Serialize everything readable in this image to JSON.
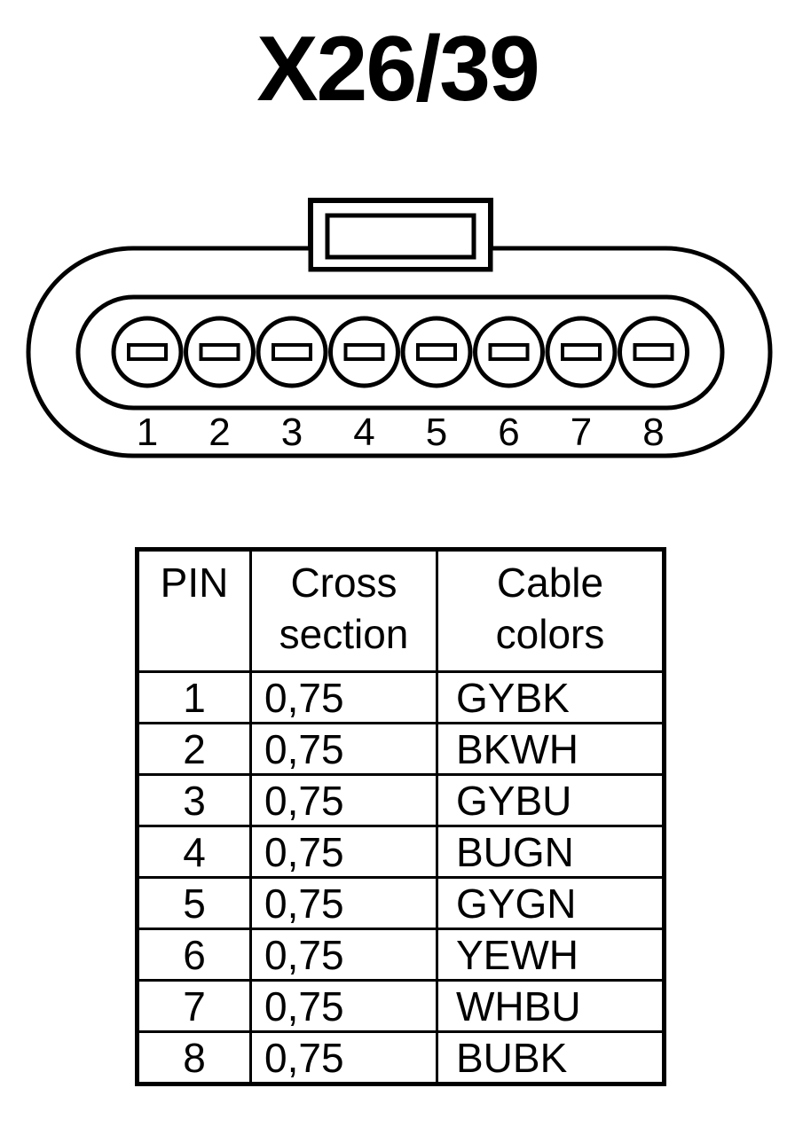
{
  "connector": {
    "id": "X26/39",
    "pin_numbers": [
      "1",
      "2",
      "3",
      "4",
      "5",
      "6",
      "7",
      "8"
    ]
  },
  "table": {
    "headers": {
      "pin": "PIN",
      "cross_section": [
        "Cross",
        "section"
      ],
      "cable_colors": [
        "Cable",
        "colors"
      ]
    },
    "rows": [
      {
        "pin": "1",
        "cross_section": "0,75",
        "cable_colors": "GYBK"
      },
      {
        "pin": "2",
        "cross_section": "0,75",
        "cable_colors": "BKWH"
      },
      {
        "pin": "3",
        "cross_section": "0,75",
        "cable_colors": "GYBU"
      },
      {
        "pin": "4",
        "cross_section": "0,75",
        "cable_colors": "BUGN"
      },
      {
        "pin": "5",
        "cross_section": "0,75",
        "cable_colors": "GYGN"
      },
      {
        "pin": "6",
        "cross_section": "0,75",
        "cable_colors": "YEWH"
      },
      {
        "pin": "7",
        "cross_section": "0,75",
        "cable_colors": "WHBU"
      },
      {
        "pin": "8",
        "cross_section": "0,75",
        "cable_colors": "BUBK"
      }
    ]
  }
}
